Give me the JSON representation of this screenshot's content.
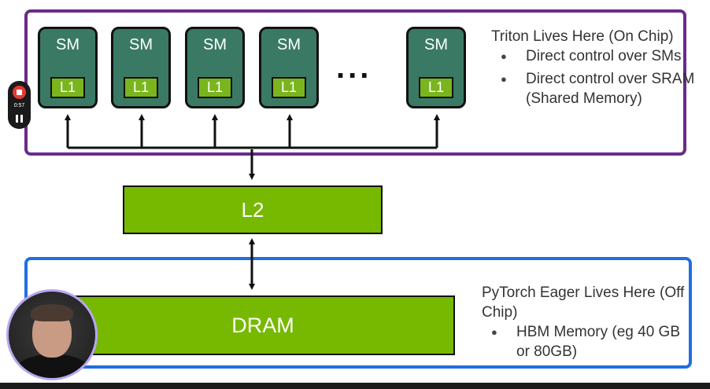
{
  "diagram": {
    "sm_blocks": [
      {
        "label": "SM",
        "cache": "L1"
      },
      {
        "label": "SM",
        "cache": "L1"
      },
      {
        "label": "SM",
        "cache": "L1"
      },
      {
        "label": "SM",
        "cache": "L1"
      },
      {
        "label": "SM",
        "cache": "L1"
      }
    ],
    "ellipsis": "...",
    "l2": "L2",
    "dram": "DRAM",
    "arrow_color": "#111111",
    "box_colors": {
      "onchip": "#6b2a8c",
      "offchip": "#1f6fe0",
      "memory": "#76b900",
      "sm": "#3a7a64"
    }
  },
  "triton_note": {
    "heading": "Triton Lives Here (On Chip)",
    "bullets": [
      "Direct control over SMs",
      "Direct control over SRAM (Shared Memory)"
    ]
  },
  "pytorch_note": {
    "heading": "PyTorch Eager Lives Here  (Off Chip)",
    "bullets": [
      "HBM Memory (eg 40 GB or 80GB)"
    ]
  },
  "recorder": {
    "time": "0:57",
    "stop_icon": "stop-icon",
    "pause_icon": "pause-icon"
  },
  "presenter": {
    "icon": "presenter-avatar"
  }
}
